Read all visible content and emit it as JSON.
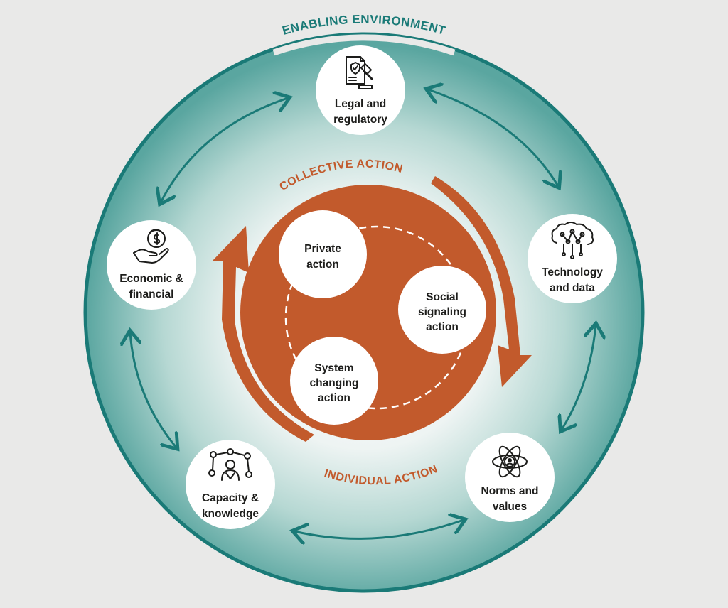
{
  "colors": {
    "background": "#e9e9e8",
    "teal": "#1a7a77",
    "teal_light": "#8cc3bd",
    "orange": "#c25a2c",
    "label": "#1d1d1b"
  },
  "outer_title": "ENABLING ENVIRONMENT",
  "collective_label": "COLLECTIVE ACTION",
  "individual_label": "INDIVIDUAL ACTION",
  "nodes": [
    {
      "id": "legal",
      "icon": "legal-gavel-document-icon",
      "lines": [
        "Legal and",
        "regulatory"
      ]
    },
    {
      "id": "technology",
      "icon": "ai-brain-circuit-icon",
      "lines": [
        "Technology",
        "and data"
      ]
    },
    {
      "id": "norms",
      "icon": "atom-person-icon",
      "lines": [
        "Norms and",
        "values"
      ]
    },
    {
      "id": "capacity",
      "icon": "network-person-icon",
      "lines": [
        "Capacity &",
        "knowledge"
      ]
    },
    {
      "id": "economic",
      "icon": "hand-coin-icon",
      "lines": [
        "Economic &",
        "financial"
      ]
    }
  ],
  "actions": [
    {
      "id": "private",
      "lines": [
        "Private",
        "action"
      ]
    },
    {
      "id": "social",
      "lines": [
        "Social",
        "signaling",
        "action"
      ]
    },
    {
      "id": "system",
      "lines": [
        "System",
        "changing",
        "action"
      ]
    }
  ]
}
